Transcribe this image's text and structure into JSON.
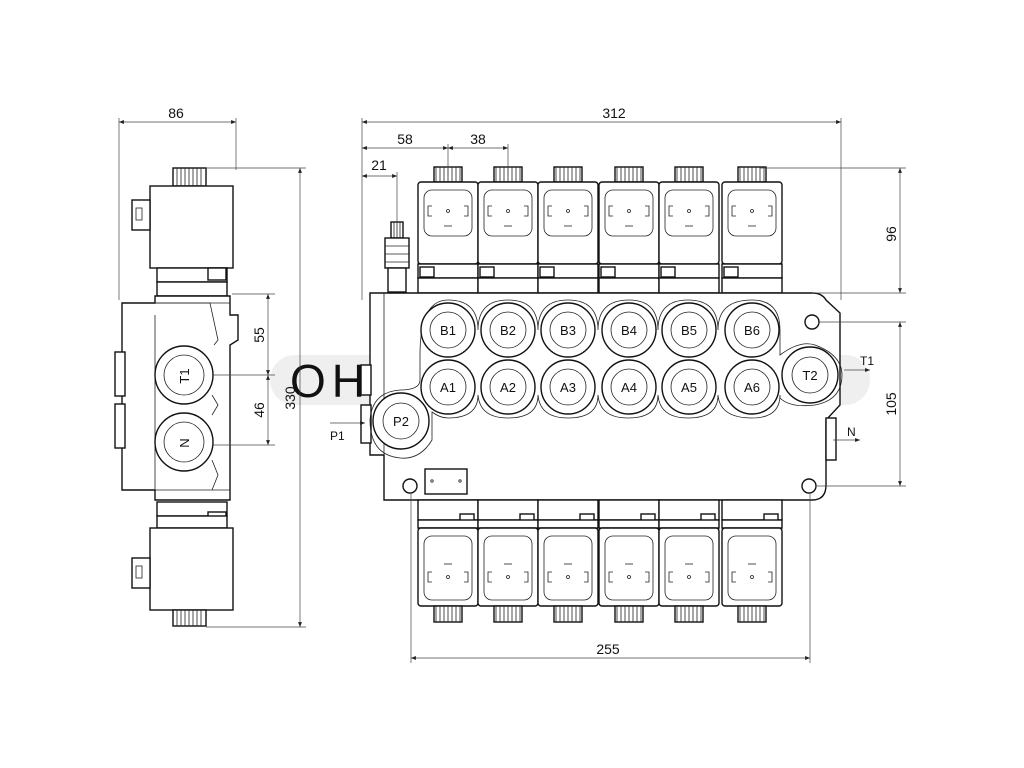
{
  "watermark": "OHYDR",
  "dimensions": {
    "side_width": "86",
    "total_length": "312",
    "offset_first": "58",
    "pitch": "38",
    "offset_port": "21",
    "side_upper": "55",
    "side_lower": "46",
    "side_height": "330",
    "coil_height": "96",
    "body_height": "105",
    "bottom_length": "255"
  },
  "ports": {
    "B": [
      "B1",
      "B2",
      "B3",
      "B4",
      "B5",
      "B6"
    ],
    "A": [
      "A1",
      "A2",
      "A3",
      "A4",
      "A5",
      "A6"
    ],
    "P2": "P2",
    "T2": "T2",
    "side_T1": "T1",
    "side_N": "N"
  },
  "arrows": {
    "P1": "P1",
    "T1": "T1",
    "N": "N"
  }
}
